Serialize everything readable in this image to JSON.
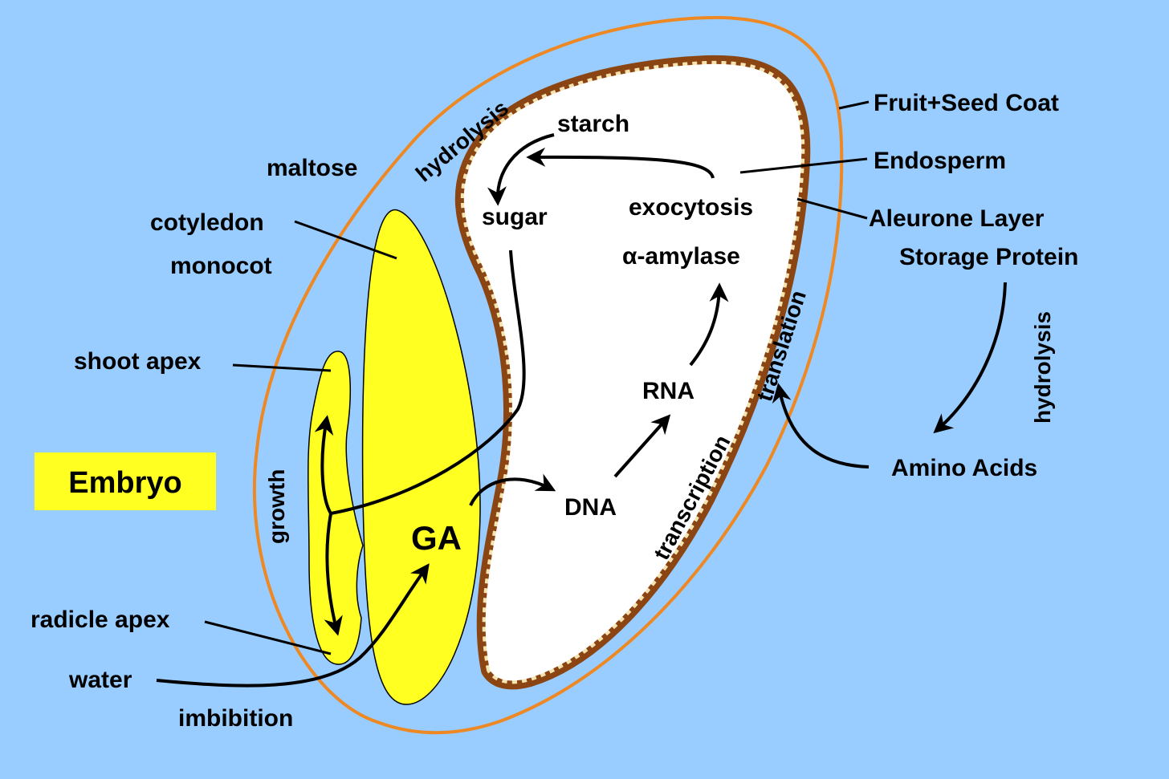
{
  "labels": {
    "fruit_seed_coat": "Fruit+Seed Coat",
    "endosperm": "Endosperm",
    "aleurone_layer": "Aleurone Layer",
    "storage_protein": "Storage Protein",
    "hydrolysis_right": "hydrolysis",
    "amino_acids": "Amino Acids",
    "hydrolysis_top": "hydrolysis",
    "maltose": "maltose",
    "starch": "starch",
    "sugar": "sugar",
    "exocytosis": "exocytosis",
    "alpha_amylase": "α-amylase",
    "rna": "RNA",
    "dna": "DNA",
    "ga": "GA",
    "translation": "translation",
    "transcription": "transcription",
    "cotyledon": "cotyledon",
    "monocot": "monocot",
    "shoot_apex": "shoot apex",
    "embryo": "Embryo",
    "growth": "growth",
    "radicle_apex": "radicle apex",
    "water": "water",
    "imbibition": "imbibition"
  },
  "colors": {
    "background": "#99ccff",
    "seed_coat_outline": "#ee8822",
    "embryo_fill": "#ffff22",
    "aleurone_brown": "#8b4513",
    "aleurone_dots": "#f5e3b0",
    "endosperm_fill": "#ffffff"
  }
}
